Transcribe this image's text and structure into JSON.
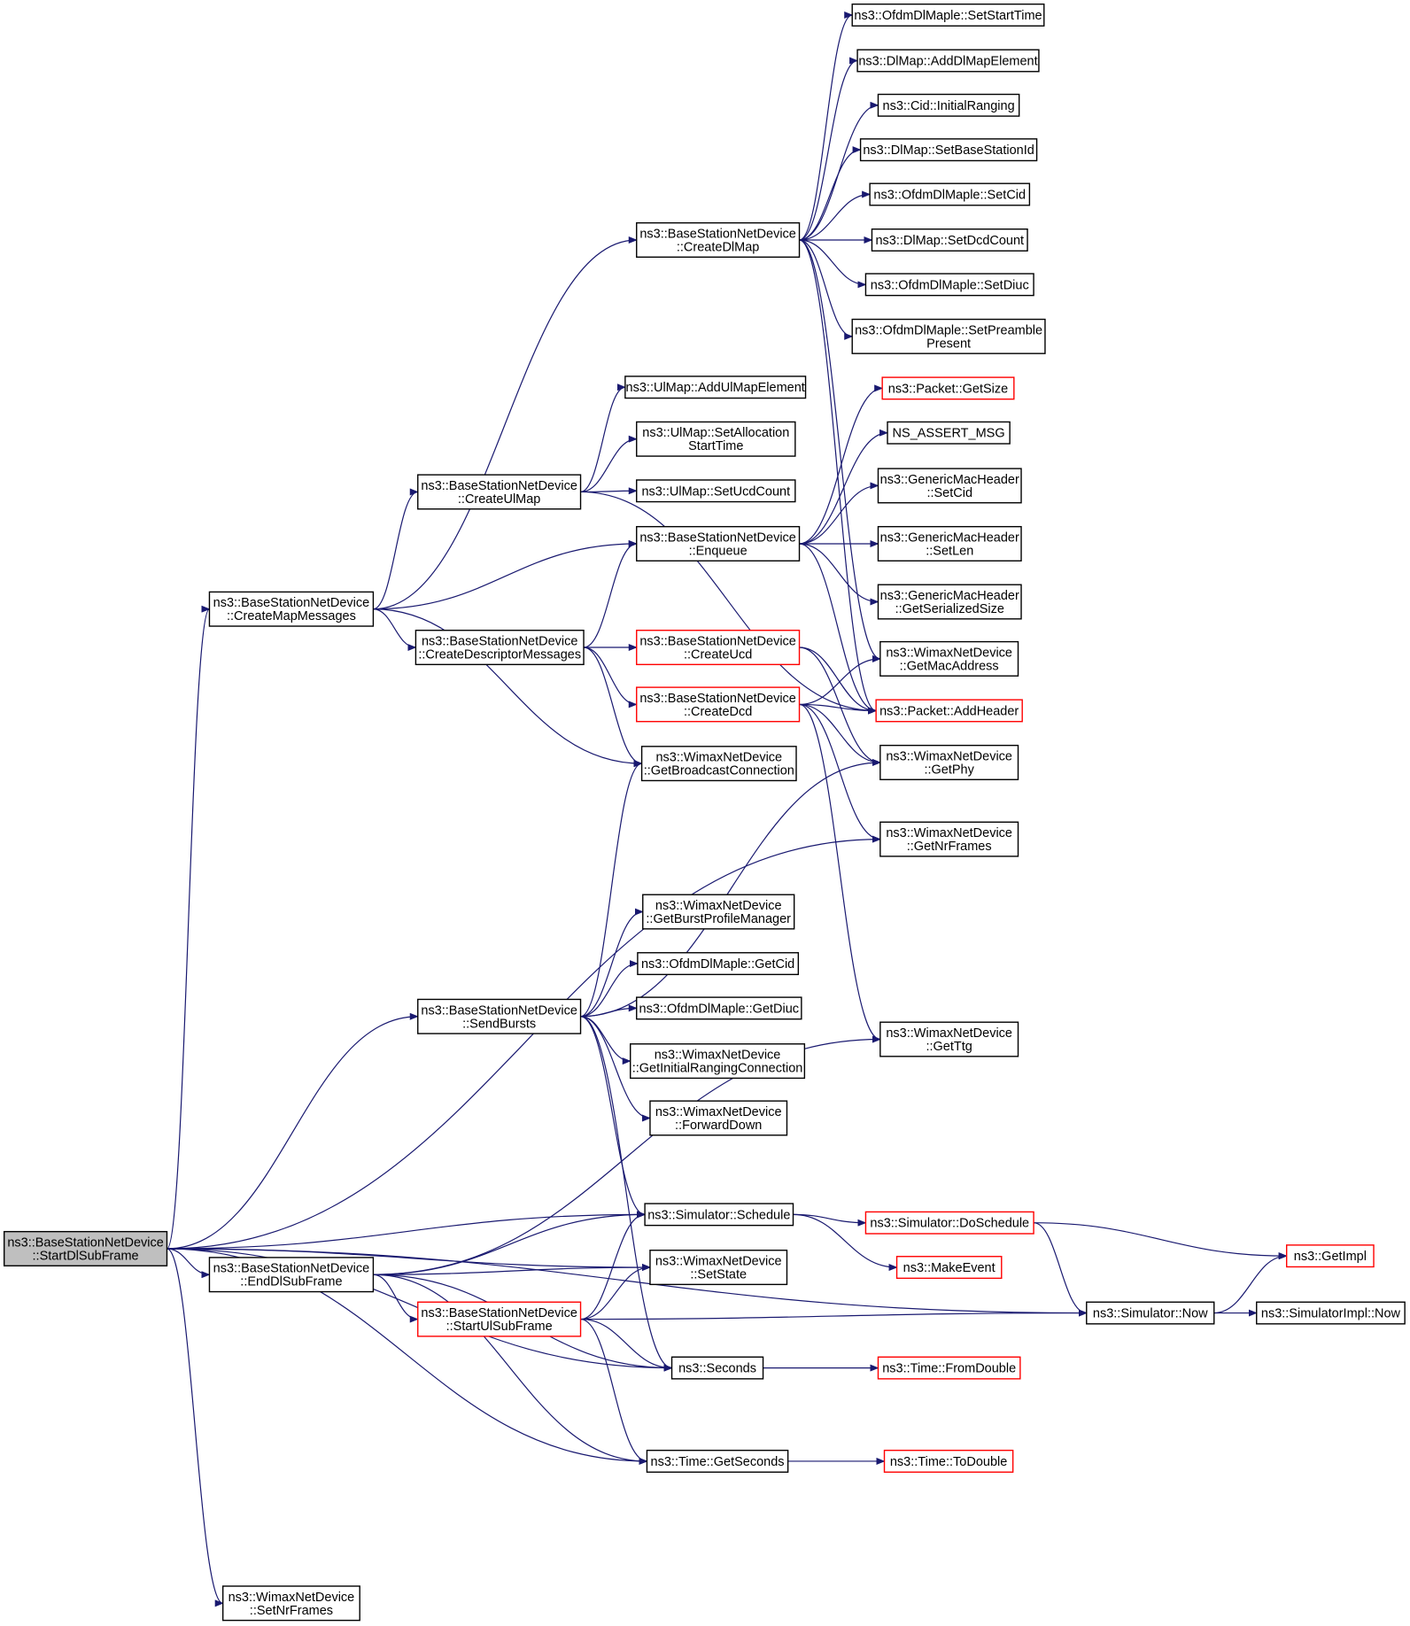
{
  "colors": {
    "edge": "#191970",
    "box_border": "#000000",
    "box_border_truncated": "#ff0000",
    "root_fill": "#bfbfbf",
    "node_fill": "#ffffff"
  },
  "nodes": [
    {
      "id": "root",
      "lines": [
        "ns3::BaseStationNetDevice",
        "::StartDlSubFrame"
      ],
      "style": "root"
    },
    {
      "id": "createMapMessages",
      "lines": [
        "ns3::BaseStationNetDevice",
        "::CreateMapMessages"
      ],
      "style": "normal"
    },
    {
      "id": "sendBursts",
      "lines": [
        "ns3::BaseStationNetDevice",
        "::SendBursts"
      ],
      "style": "normal"
    },
    {
      "id": "endDlSubFrame",
      "lines": [
        "ns3::BaseStationNetDevice",
        "::EndDlSubFrame"
      ],
      "style": "normal"
    },
    {
      "id": "setNrFrames",
      "lines": [
        "ns3::WimaxNetDevice",
        "::SetNrFrames"
      ],
      "style": "normal"
    },
    {
      "id": "createDlMap",
      "lines": [
        "ns3::BaseStationNetDevice",
        "::CreateDlMap"
      ],
      "style": "normal"
    },
    {
      "id": "createUlMap",
      "lines": [
        "ns3::BaseStationNetDevice",
        "::CreateUlMap"
      ],
      "style": "normal"
    },
    {
      "id": "createDescriptorMessages",
      "lines": [
        "ns3::BaseStationNetDevice",
        "::CreateDescriptorMessages"
      ],
      "style": "normal"
    },
    {
      "id": "startUlSubFrame",
      "lines": [
        "ns3::BaseStationNetDevice",
        "::StartUlSubFrame"
      ],
      "style": "truncated"
    },
    {
      "id": "addUlMapElement",
      "lines": [
        "ns3::UlMap::AddUlMapElement"
      ],
      "style": "normal"
    },
    {
      "id": "setAllocationStartTime",
      "lines": [
        "ns3::UlMap::SetAllocation",
        "StartTime"
      ],
      "style": "normal"
    },
    {
      "id": "setUcdCount",
      "lines": [
        "ns3::UlMap::SetUcdCount"
      ],
      "style": "normal"
    },
    {
      "id": "enqueue",
      "lines": [
        "ns3::BaseStationNetDevice",
        "::Enqueue"
      ],
      "style": "normal"
    },
    {
      "id": "createUcd",
      "lines": [
        "ns3::BaseStationNetDevice",
        "::CreateUcd"
      ],
      "style": "truncated"
    },
    {
      "id": "createDcd",
      "lines": [
        "ns3::BaseStationNetDevice",
        "::CreateDcd"
      ],
      "style": "truncated"
    },
    {
      "id": "getBroadcastConnection",
      "lines": [
        "ns3::WimaxNetDevice",
        "::GetBroadcastConnection"
      ],
      "style": "normal"
    },
    {
      "id": "getBurstProfileManager",
      "lines": [
        "ns3::WimaxNetDevice",
        "::GetBurstProfileManager"
      ],
      "style": "normal"
    },
    {
      "id": "ofdmGetCid",
      "lines": [
        "ns3::OfdmDlMaple::GetCid"
      ],
      "style": "normal"
    },
    {
      "id": "ofdmGetDiuc",
      "lines": [
        "ns3::OfdmDlMaple::GetDiuc"
      ],
      "style": "normal"
    },
    {
      "id": "getInitialRangingConnection",
      "lines": [
        "ns3::WimaxNetDevice",
        "::GetInitialRangingConnection"
      ],
      "style": "normal"
    },
    {
      "id": "forwardDown",
      "lines": [
        "ns3::WimaxNetDevice",
        "::ForwardDown"
      ],
      "style": "normal"
    },
    {
      "id": "schedule",
      "lines": [
        "ns3::Simulator::Schedule"
      ],
      "style": "normal"
    },
    {
      "id": "setState",
      "lines": [
        "ns3::WimaxNetDevice",
        "::SetState"
      ],
      "style": "normal"
    },
    {
      "id": "seconds",
      "lines": [
        "ns3::Seconds"
      ],
      "style": "normal"
    },
    {
      "id": "getSeconds",
      "lines": [
        "ns3::Time::GetSeconds"
      ],
      "style": "normal"
    },
    {
      "id": "setStartTime",
      "lines": [
        "ns3::OfdmDlMaple::SetStartTime"
      ],
      "style": "normal"
    },
    {
      "id": "addDlMapElement",
      "lines": [
        "ns3::DlMap::AddDlMapElement"
      ],
      "style": "normal"
    },
    {
      "id": "initialRanging",
      "lines": [
        "ns3::Cid::InitialRanging"
      ],
      "style": "normal"
    },
    {
      "id": "setBaseStationId",
      "lines": [
        "ns3::DlMap::SetBaseStationId"
      ],
      "style": "normal"
    },
    {
      "id": "ofdmSetCid",
      "lines": [
        "ns3::OfdmDlMaple::SetCid"
      ],
      "style": "normal"
    },
    {
      "id": "setDcdCount",
      "lines": [
        "ns3::DlMap::SetDcdCount"
      ],
      "style": "normal"
    },
    {
      "id": "ofdmSetDiuc",
      "lines": [
        "ns3::OfdmDlMaple::SetDiuc"
      ],
      "style": "normal"
    },
    {
      "id": "setPreamblePresent",
      "lines": [
        "ns3::OfdmDlMaple::SetPreamble",
        "Present"
      ],
      "style": "normal"
    },
    {
      "id": "packetGetSize",
      "lines": [
        "ns3::Packet::GetSize"
      ],
      "style": "truncated"
    },
    {
      "id": "nsAssertMsg",
      "lines": [
        "NS_ASSERT_MSG"
      ],
      "style": "normal"
    },
    {
      "id": "gmhSetCid",
      "lines": [
        "ns3::GenericMacHeader",
        "::SetCid"
      ],
      "style": "normal"
    },
    {
      "id": "gmhSetLen",
      "lines": [
        "ns3::GenericMacHeader",
        "::SetLen"
      ],
      "style": "normal"
    },
    {
      "id": "gmhGetSerializedSize",
      "lines": [
        "ns3::GenericMacHeader",
        "::GetSerializedSize"
      ],
      "style": "normal"
    },
    {
      "id": "getMacAddress",
      "lines": [
        "ns3::WimaxNetDevice",
        "::GetMacAddress"
      ],
      "style": "normal"
    },
    {
      "id": "packetAddHeader",
      "lines": [
        "ns3::Packet::AddHeader"
      ],
      "style": "truncated"
    },
    {
      "id": "getPhy",
      "lines": [
        "ns3::WimaxNetDevice",
        "::GetPhy"
      ],
      "style": "normal"
    },
    {
      "id": "getNrFrames",
      "lines": [
        "ns3::WimaxNetDevice",
        "::GetNrFrames"
      ],
      "style": "normal"
    },
    {
      "id": "getTtg",
      "lines": [
        "ns3::WimaxNetDevice",
        "::GetTtg"
      ],
      "style": "normal"
    },
    {
      "id": "doSchedule",
      "lines": [
        "ns3::Simulator::DoSchedule"
      ],
      "style": "truncated"
    },
    {
      "id": "makeEvent",
      "lines": [
        "ns3::MakeEvent"
      ],
      "style": "truncated"
    },
    {
      "id": "fromDouble",
      "lines": [
        "ns3::Time::FromDouble"
      ],
      "style": "truncated"
    },
    {
      "id": "toDouble",
      "lines": [
        "ns3::Time::ToDouble"
      ],
      "style": "truncated"
    },
    {
      "id": "simulatorNow",
      "lines": [
        "ns3::Simulator::Now"
      ],
      "style": "normal"
    },
    {
      "id": "getImpl",
      "lines": [
        "ns3::GetImpl"
      ],
      "style": "truncated"
    },
    {
      "id": "simulatorImplNow",
      "lines": [
        "ns3::SimulatorImpl::Now"
      ],
      "style": "normal"
    }
  ],
  "edges": [
    [
      "root",
      "createMapMessages"
    ],
    [
      "root",
      "sendBursts"
    ],
    [
      "root",
      "endDlSubFrame"
    ],
    [
      "root",
      "schedule"
    ],
    [
      "root",
      "setState"
    ],
    [
      "root",
      "seconds"
    ],
    [
      "root",
      "getSeconds"
    ],
    [
      "root",
      "simulatorNow"
    ],
    [
      "root",
      "getNrFrames"
    ],
    [
      "root",
      "setNrFrames"
    ],
    [
      "createMapMessages",
      "createDlMap"
    ],
    [
      "createMapMessages",
      "createUlMap"
    ],
    [
      "createMapMessages",
      "enqueue"
    ],
    [
      "createMapMessages",
      "createDescriptorMessages"
    ],
    [
      "createMapMessages",
      "getBroadcastConnection"
    ],
    [
      "createDlMap",
      "setStartTime"
    ],
    [
      "createDlMap",
      "addDlMapElement"
    ],
    [
      "createDlMap",
      "initialRanging"
    ],
    [
      "createDlMap",
      "setBaseStationId"
    ],
    [
      "createDlMap",
      "ofdmSetCid"
    ],
    [
      "createDlMap",
      "setDcdCount"
    ],
    [
      "createDlMap",
      "ofdmSetDiuc"
    ],
    [
      "createDlMap",
      "setPreamblePresent"
    ],
    [
      "createDlMap",
      "getMacAddress"
    ],
    [
      "createDlMap",
      "packetAddHeader"
    ],
    [
      "createUlMap",
      "addUlMapElement"
    ],
    [
      "createUlMap",
      "setAllocationStartTime"
    ],
    [
      "createUlMap",
      "setUcdCount"
    ],
    [
      "createUlMap",
      "packetAddHeader"
    ],
    [
      "createDescriptorMessages",
      "enqueue"
    ],
    [
      "createDescriptorMessages",
      "createUcd"
    ],
    [
      "createDescriptorMessages",
      "createDcd"
    ],
    [
      "createDescriptorMessages",
      "getBroadcastConnection"
    ],
    [
      "enqueue",
      "packetGetSize"
    ],
    [
      "enqueue",
      "nsAssertMsg"
    ],
    [
      "enqueue",
      "gmhSetCid"
    ],
    [
      "enqueue",
      "gmhSetLen"
    ],
    [
      "enqueue",
      "gmhGetSerializedSize"
    ],
    [
      "enqueue",
      "packetAddHeader"
    ],
    [
      "createUcd",
      "packetAddHeader"
    ],
    [
      "createUcd",
      "getPhy"
    ],
    [
      "createDcd",
      "getMacAddress"
    ],
    [
      "createDcd",
      "packetAddHeader"
    ],
    [
      "createDcd",
      "getPhy"
    ],
    [
      "createDcd",
      "getNrFrames"
    ],
    [
      "createDcd",
      "getTtg"
    ],
    [
      "sendBursts",
      "getBroadcastConnection"
    ],
    [
      "sendBursts",
      "getPhy"
    ],
    [
      "sendBursts",
      "getBurstProfileManager"
    ],
    [
      "sendBursts",
      "ofdmGetCid"
    ],
    [
      "sendBursts",
      "ofdmGetDiuc"
    ],
    [
      "sendBursts",
      "getInitialRangingConnection"
    ],
    [
      "sendBursts",
      "forwardDown"
    ],
    [
      "sendBursts",
      "schedule"
    ],
    [
      "sendBursts",
      "seconds"
    ],
    [
      "endDlSubFrame",
      "getTtg"
    ],
    [
      "endDlSubFrame",
      "schedule"
    ],
    [
      "endDlSubFrame",
      "setState"
    ],
    [
      "endDlSubFrame",
      "startUlSubFrame"
    ],
    [
      "endDlSubFrame",
      "seconds"
    ],
    [
      "endDlSubFrame",
      "getSeconds"
    ],
    [
      "startUlSubFrame",
      "schedule"
    ],
    [
      "startUlSubFrame",
      "setState"
    ],
    [
      "startUlSubFrame",
      "simulatorNow"
    ],
    [
      "startUlSubFrame",
      "seconds"
    ],
    [
      "startUlSubFrame",
      "getSeconds"
    ],
    [
      "schedule",
      "doSchedule"
    ],
    [
      "schedule",
      "makeEvent"
    ],
    [
      "doSchedule",
      "getImpl"
    ],
    [
      "doSchedule",
      "simulatorNow"
    ],
    [
      "simulatorNow",
      "getImpl"
    ],
    [
      "simulatorNow",
      "simulatorImplNow"
    ],
    [
      "seconds",
      "fromDouble"
    ],
    [
      "getSeconds",
      "toDouble"
    ]
  ]
}
